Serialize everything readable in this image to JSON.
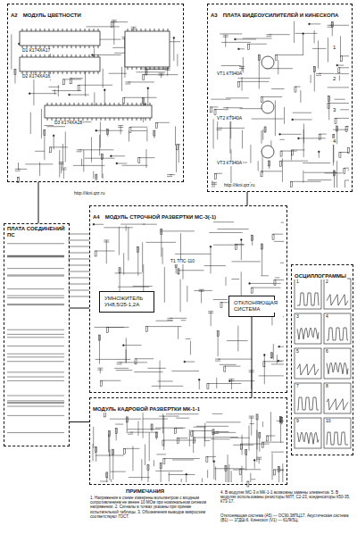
{
  "diagram": {
    "nodes": [
      {
        "text": [
          "А2",
          "МОДУЛЬ ЦВЕТНОСТИ"
        ]
      },
      {
        "text": [
          "А3",
          "ПЛАТА ВИДЕОУСИЛИТЕЛЕЙ И КИНЕСКОПА"
        ]
      },
      {
        "text": [
          "ПЛАТА СОЕДИНЕНИЙ ПС"
        ]
      },
      {
        "text": [
          "А4",
          "МОДУЛЬ СТРОЧНОЙ РАЗВЕРТКИ МС-3(-1)"
        ]
      },
      {
        "text": [
          "УМНОЖИТЕЛЬ УН8,5/25-1,2А"
        ],
        "in": 3
      },
      {
        "text": [
          "ОТКЛОНЯЮЩАЯ СИСТЕМА"
        ],
        "in": 3
      },
      {
        "text": [
          "МОДУЛЬ КАДРОВОЙ РАЗВЕРТКИ МК-1-1"
        ]
      },
      {
        "text": [
          "ОСЦИЛЛОГРАММЫ"
        ]
      }
    ],
    "edges": [
      {
        "from": 2,
        "to": 0,
        "arrow": "none"
      },
      {
        "from": 2,
        "to": 3,
        "arrow": "none"
      },
      {
        "from": 2,
        "to": 6,
        "arrow": "none"
      },
      {
        "from": 1,
        "to": 3,
        "arrow": "none"
      },
      {
        "from": 6,
        "to": 5,
        "arrow": "none"
      }
    ],
    "labels": [
      "http://tkni.qrz.ru",
      "http://tkni.qrz.ru",
      "D1 К174ХА17",
      "D2 К174ХА16",
      "D3 К174ХА28",
      "VT1 КТ940А",
      "VT2 КТ940А",
      "VT3 КТ940А",
      "1",
      "2",
      "3",
      "4",
      "Т1 ТПС-110",
      "ПРИМЕЧАНИЯ",
      "1. Напряжения в схеме измерены вольтметром с входным сопротивлением не менее 10 МОм при номинальном сетевом напряжении. 2. Сигналы в точках указаны при приеме испытательной таблицы. 3. Обозначения выводов микросхем соответствуют ГОСТ.",
      "4. В модулях МС-3 и МК-1-1 возможны замены элементов. 5. В модулях использованы резисторы МЛТ, С2-23, конденсаторы К50-35, К73-17.",
      "Отклоняющая система (А5) — ОС90.38ПЦ17. Акустическая система (В1) — 1ГДШ-6. Кинескоп (V1) — 61ЛК5Ц.",
      "1",
      "2",
      "3",
      "4",
      "5",
      "6",
      "7",
      "8",
      "9",
      "10"
    ]
  }
}
